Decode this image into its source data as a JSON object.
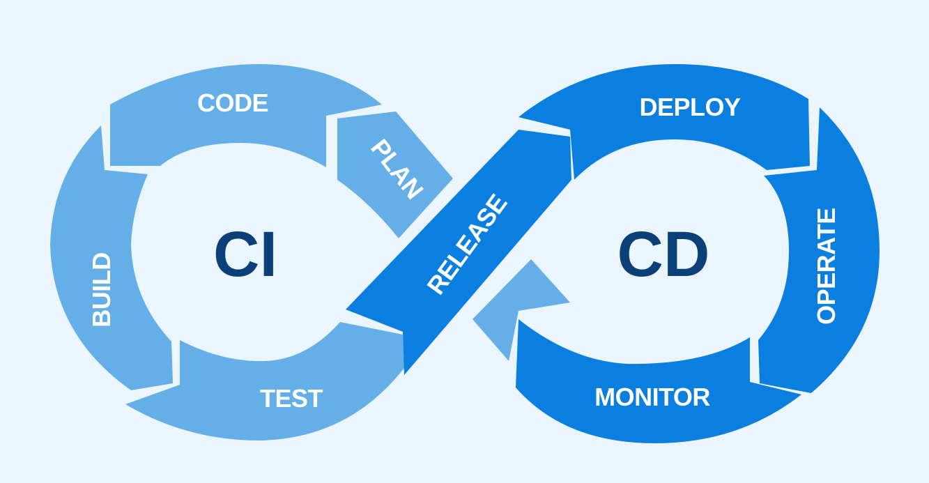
{
  "diagram": {
    "ci_label": "CI",
    "cd_label": "CD",
    "ci_stages": {
      "code": "CODE",
      "plan": "PLAN",
      "build": "BUILD",
      "test": "TEST"
    },
    "release": "RELEASE",
    "cd_stages": {
      "deploy": "DEPLOY",
      "operate": "OPERATE",
      "monitor": "MONITOR"
    },
    "colors": {
      "background": "#eaf5fd",
      "ci_segment": "#64afe8",
      "cd_segment": "#0a7fe0",
      "release_band": "#0a7fe0",
      "center_text": "#0b3f78",
      "segment_text": "#ffffff"
    }
  }
}
